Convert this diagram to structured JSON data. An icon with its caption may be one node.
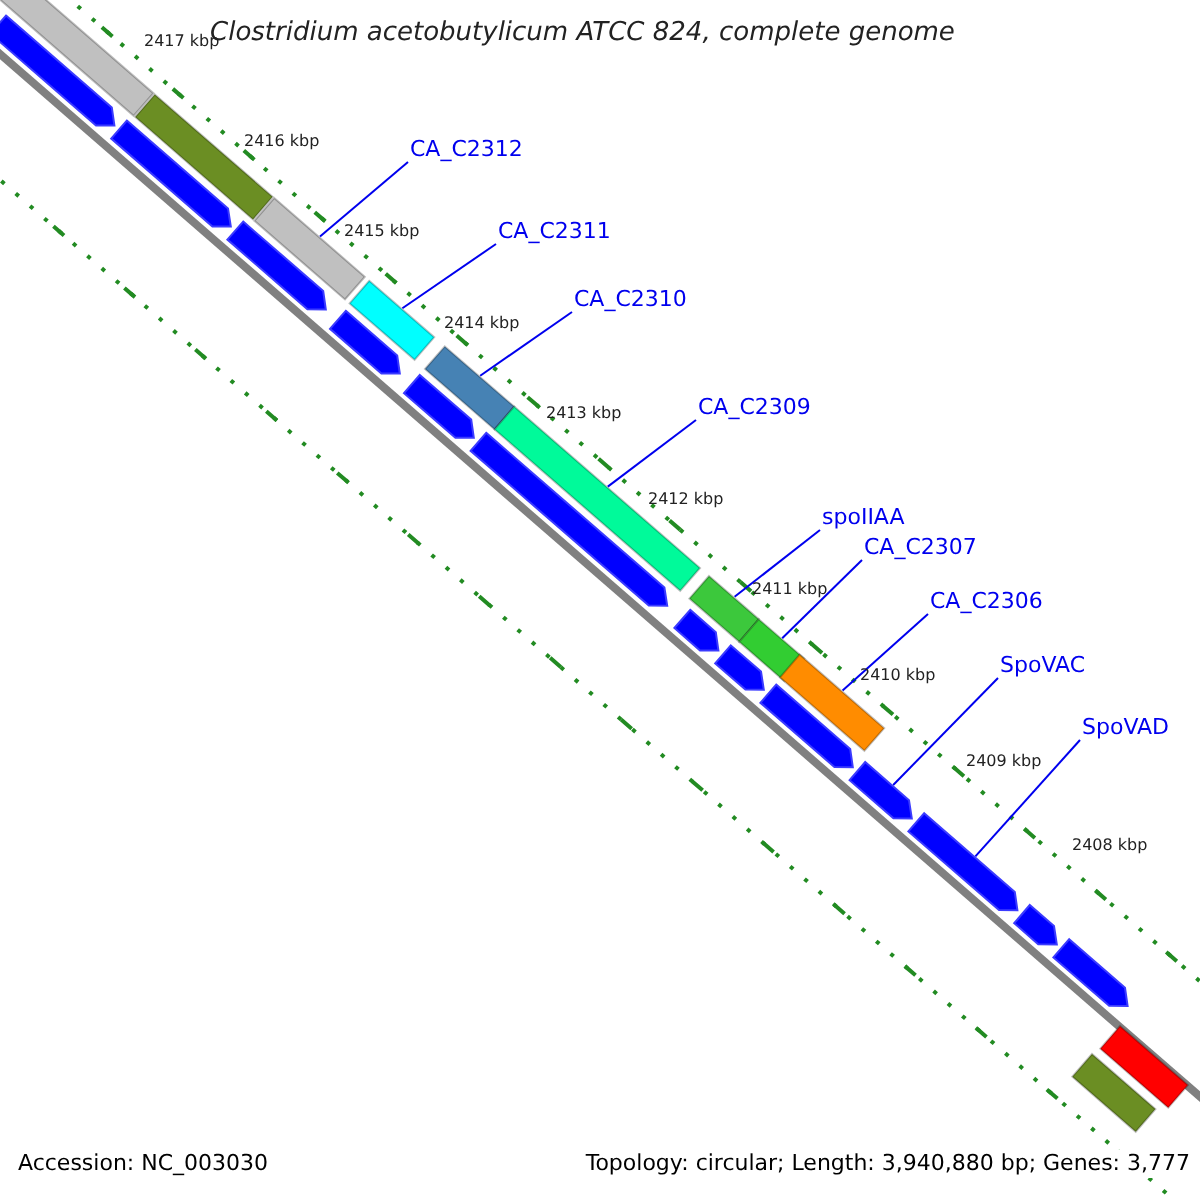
{
  "diagram": {
    "title": "Clostridium acetobutylicum ATCC 824, complete genome",
    "nodes": [
      {
        "text": [
          "CA_C2312"
        ]
      },
      {
        "text": [
          "CA_C2311"
        ]
      },
      {
        "text": [
          "CA_C2310"
        ]
      },
      {
        "text": [
          "CA_C2309"
        ]
      },
      {
        "text": [
          "spoIIAA"
        ]
      },
      {
        "text": [
          "CA_C2307"
        ]
      },
      {
        "text": [
          "CA_C2306"
        ]
      },
      {
        "text": [
          "SpoVAC"
        ]
      },
      {
        "text": [
          "SpoVAD"
        ]
      },
      {
        "text": [],
        "shape": "bar"
      },
      {
        "text": [],
        "shape": "arrow"
      },
      {
        "text": [],
        "shape": "bar"
      },
      {
        "text": [],
        "shape": "arrow"
      },
      {
        "text": [],
        "shape": "bar"
      },
      {
        "text": [],
        "shape": "arrow"
      },
      {
        "text": [],
        "shape": "bar"
      },
      {
        "text": [],
        "shape": "arrow"
      },
      {
        "text": [],
        "shape": "bar"
      },
      {
        "text": [],
        "shape": "arrow"
      },
      {
        "text": [],
        "shape": "bar"
      },
      {
        "text": [],
        "shape": "arrow"
      },
      {
        "text": [],
        "shape": "bar"
      },
      {
        "text": [],
        "shape": "arrow"
      },
      {
        "text": [],
        "shape": "bar"
      },
      {
        "text": [],
        "shape": "arrow"
      },
      {
        "text": [],
        "shape": "bar"
      },
      {
        "text": [],
        "shape": "arrow"
      },
      {
        "text": [],
        "shape": "arrow"
      },
      {
        "text": [],
        "shape": "arrow"
      },
      {
        "text": [],
        "shape": "arrow"
      },
      {
        "text": [],
        "shape": "arrow"
      },
      {
        "text": [],
        "shape": "bar"
      },
      {
        "text": [],
        "shape": "bar"
      }
    ],
    "edges": [
      {
        "from": 0,
        "to": 13,
        "arrow": "none"
      },
      {
        "from": 1,
        "to": 15,
        "arrow": "none"
      },
      {
        "from": 2,
        "to": 17,
        "arrow": "none"
      },
      {
        "from": 3,
        "to": 19,
        "arrow": "none"
      },
      {
        "from": 4,
        "to": 21,
        "arrow": "none"
      },
      {
        "from": 5,
        "to": 23,
        "arrow": "none"
      },
      {
        "from": 6,
        "to": 25,
        "arrow": "none"
      },
      {
        "from": 7,
        "to": 27,
        "arrow": "none"
      },
      {
        "from": 8,
        "to": 28,
        "arrow": "none"
      }
    ],
    "labels": [
      "2417 kbp",
      "2416 kbp",
      "2415 kbp",
      "2414 kbp",
      "2413 kbp",
      "2412 kbp",
      "2411 kbp",
      "2410 kbp",
      "2409 kbp",
      "2408 kbp",
      "Accession: NC_003030",
      "Topology: circular; Length: 3,940,880 bp; Genes: 3,777"
    ]
  }
}
